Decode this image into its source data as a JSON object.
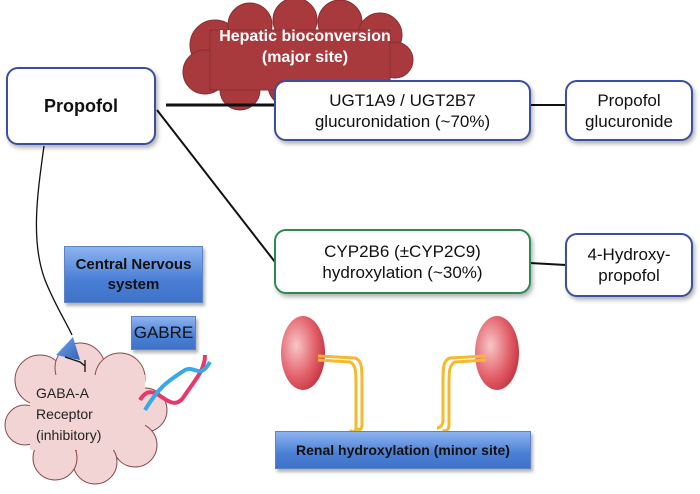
{
  "diagram": {
    "drug": "Propofol",
    "hepatic_cloud": "Hepatic bioconversion\n(major site)",
    "pathway_glucuronidation": "UGT1A9 / UGT2B7\nglucuronidation (~70%)",
    "product_glucuronide": "Propofol\nglucuronide",
    "pathway_hydroxylation": "CYP2B6 (±CYP2C9)\nhydroxylation (~30%)",
    "product_hydroxy": "4-Hydroxy-\npropofol",
    "cns_label": "Central Nervous\nsystem",
    "gene_label": "GABRE",
    "receptor_cloud": "GABA-A\nReceptor\n(inhibitory)",
    "renal_label": "Renal hydroxylation (minor site)"
  },
  "colors": {
    "hepatic_cloud": "#a83a3e",
    "receptor_cloud": "#f2d4d4",
    "box_border_blue": "#3a4fa0",
    "box_border_green": "#2e8b4e",
    "kidney": "#e0606a",
    "ureter": "#f5b82e"
  }
}
